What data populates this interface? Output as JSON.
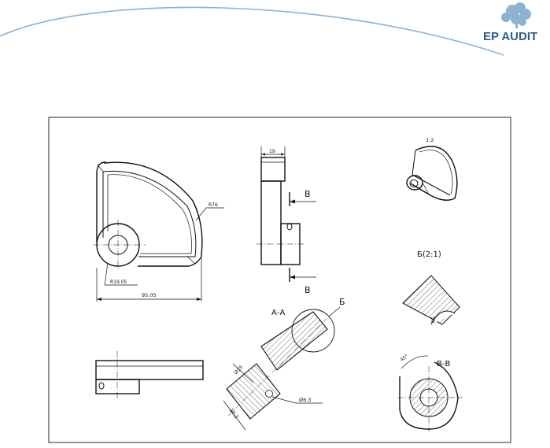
{
  "brand": {
    "name": "EP AUDIT",
    "arc_color": "#8db2d2",
    "name_color": "#2f5d87",
    "logo_icon": "tree-icon"
  },
  "drawing": {
    "front_view": {
      "radius_label": "R76",
      "hole_radius_label": "R19.05",
      "width_label": "95.05"
    },
    "side_view": {
      "thickness_label": "19",
      "cut_label_top": "В",
      "cut_label_bottom": "В"
    },
    "iso_view": {
      "scale_label": "1:2"
    },
    "section_aa": {
      "title": "А-А",
      "detail_marker": "Б",
      "diameter_label": "Ø19",
      "hole_label": "Ø6.3",
      "length_label": "30.2"
    },
    "detail_b": {
      "title": "Б(2:1)",
      "radius_label": "R5"
    },
    "section_bb": {
      "title": "В-В",
      "angle_label": "45°"
    }
  }
}
